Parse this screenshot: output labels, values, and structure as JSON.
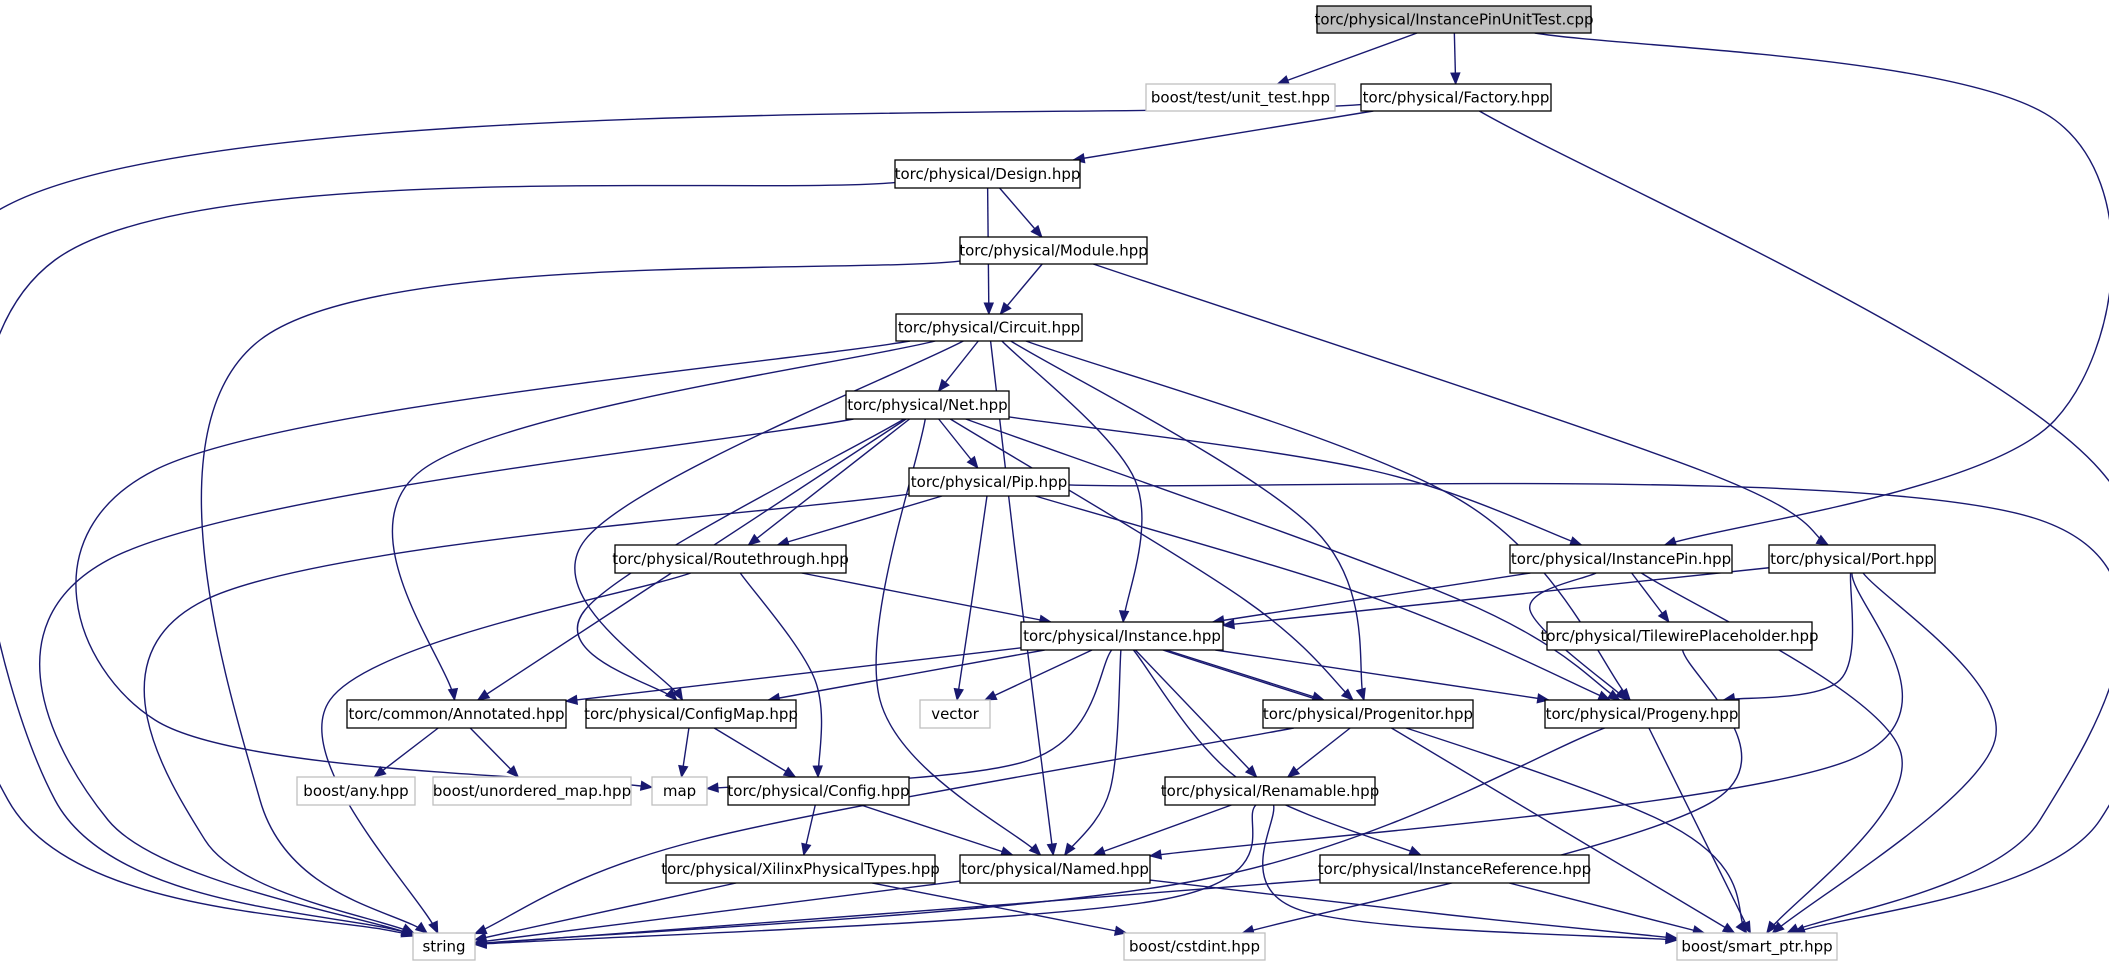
{
  "title": "torc/physical/InstancePinUnitTest.cpp",
  "colors": {
    "edge": "#191970",
    "root_fill": "#bfbfbf",
    "external_border": "#bfbfbf",
    "node_border": "#000000",
    "background": "#ffffff"
  },
  "nodes": [
    {
      "id": "root",
      "label": "torc/physical/InstancePinUnitTest.cpp",
      "kind": "root"
    },
    {
      "id": "unit_test",
      "label": "boost/test/unit_test.hpp",
      "kind": "external"
    },
    {
      "id": "factory",
      "label": "torc/physical/Factory.hpp",
      "kind": "internal"
    },
    {
      "id": "design",
      "label": "torc/physical/Design.hpp",
      "kind": "internal"
    },
    {
      "id": "module",
      "label": "torc/physical/Module.hpp",
      "kind": "internal"
    },
    {
      "id": "circuit",
      "label": "torc/physical/Circuit.hpp",
      "kind": "internal"
    },
    {
      "id": "net",
      "label": "torc/physical/Net.hpp",
      "kind": "internal"
    },
    {
      "id": "pip",
      "label": "torc/physical/Pip.hpp",
      "kind": "internal"
    },
    {
      "id": "routethrough",
      "label": "torc/physical/Routethrough.hpp",
      "kind": "internal"
    },
    {
      "id": "instancepin",
      "label": "torc/physical/InstancePin.hpp",
      "kind": "internal"
    },
    {
      "id": "port",
      "label": "torc/physical/Port.hpp",
      "kind": "internal"
    },
    {
      "id": "instance",
      "label": "torc/physical/Instance.hpp",
      "kind": "internal"
    },
    {
      "id": "tilewire",
      "label": "torc/physical/TilewirePlaceholder.hpp",
      "kind": "internal"
    },
    {
      "id": "annotated",
      "label": "torc/common/Annotated.hpp",
      "kind": "internal"
    },
    {
      "id": "configmap",
      "label": "torc/physical/ConfigMap.hpp",
      "kind": "internal"
    },
    {
      "id": "vector",
      "label": "vector",
      "kind": "external"
    },
    {
      "id": "progenitor",
      "label": "torc/physical/Progenitor.hpp",
      "kind": "internal"
    },
    {
      "id": "progeny",
      "label": "torc/physical/Progeny.hpp",
      "kind": "internal"
    },
    {
      "id": "boost_any",
      "label": "boost/any.hpp",
      "kind": "external"
    },
    {
      "id": "unordered_map",
      "label": "boost/unordered_map.hpp",
      "kind": "external"
    },
    {
      "id": "map",
      "label": "map",
      "kind": "external"
    },
    {
      "id": "config",
      "label": "torc/physical/Config.hpp",
      "kind": "internal"
    },
    {
      "id": "renamable",
      "label": "torc/physical/Renamable.hpp",
      "kind": "internal"
    },
    {
      "id": "xilinx",
      "label": "torc/physical/XilinxPhysicalTypes.hpp",
      "kind": "internal"
    },
    {
      "id": "named",
      "label": "torc/physical/Named.hpp",
      "kind": "internal"
    },
    {
      "id": "instref",
      "label": "torc/physical/InstanceReference.hpp",
      "kind": "internal"
    },
    {
      "id": "string",
      "label": "string",
      "kind": "external"
    },
    {
      "id": "cstdint",
      "label": "boost/cstdint.hpp",
      "kind": "external"
    },
    {
      "id": "smart_ptr",
      "label": "boost/smart_ptr.hpp",
      "kind": "external"
    }
  ],
  "edges": [
    [
      "root",
      "unit_test"
    ],
    [
      "root",
      "factory"
    ],
    [
      "root",
      "instancepin"
    ],
    [
      "factory",
      "design"
    ],
    [
      "factory",
      "string"
    ],
    [
      "factory",
      "smart_ptr"
    ],
    [
      "design",
      "module"
    ],
    [
      "design",
      "circuit"
    ],
    [
      "design",
      "string"
    ],
    [
      "module",
      "circuit"
    ],
    [
      "module",
      "port"
    ],
    [
      "module",
      "string"
    ],
    [
      "circuit",
      "net"
    ],
    [
      "circuit",
      "instance"
    ],
    [
      "circuit",
      "annotated"
    ],
    [
      "circuit",
      "configmap"
    ],
    [
      "circuit",
      "progenitor"
    ],
    [
      "circuit",
      "progeny"
    ],
    [
      "circuit",
      "named"
    ],
    [
      "circuit",
      "map"
    ],
    [
      "net",
      "pip"
    ],
    [
      "net",
      "routethrough"
    ],
    [
      "net",
      "instancepin"
    ],
    [
      "net",
      "annotated"
    ],
    [
      "net",
      "configmap"
    ],
    [
      "net",
      "progenitor"
    ],
    [
      "net",
      "progeny"
    ],
    [
      "net",
      "named"
    ],
    [
      "net",
      "string"
    ],
    [
      "pip",
      "routethrough"
    ],
    [
      "pip",
      "vector"
    ],
    [
      "pip",
      "progeny"
    ],
    [
      "pip",
      "string"
    ],
    [
      "pip",
      "smart_ptr"
    ],
    [
      "routethrough",
      "instance"
    ],
    [
      "routethrough",
      "config"
    ],
    [
      "routethrough",
      "string"
    ],
    [
      "instancepin",
      "instance"
    ],
    [
      "instancepin",
      "tilewire"
    ],
    [
      "instancepin",
      "progeny"
    ],
    [
      "instancepin",
      "smart_ptr"
    ],
    [
      "port",
      "instance"
    ],
    [
      "port",
      "progeny"
    ],
    [
      "port",
      "named"
    ],
    [
      "port",
      "smart_ptr"
    ],
    [
      "instance",
      "annotated"
    ],
    [
      "instance",
      "configmap"
    ],
    [
      "instance",
      "vector"
    ],
    [
      "instance",
      "map"
    ],
    [
      "instance",
      "progenitor"
    ],
    [
      "instance",
      "progeny"
    ],
    [
      "instance",
      "renamable"
    ],
    [
      "instance",
      "named"
    ],
    [
      "instance",
      "instref"
    ],
    [
      "instance",
      "smart_ptr"
    ],
    [
      "tilewire",
      "cstdint"
    ],
    [
      "annotated",
      "boost_any"
    ],
    [
      "annotated",
      "unordered_map"
    ],
    [
      "configmap",
      "map"
    ],
    [
      "configmap",
      "config"
    ],
    [
      "progenitor",
      "renamable"
    ],
    [
      "progenitor",
      "string"
    ],
    [
      "progenitor",
      "smart_ptr"
    ],
    [
      "progeny",
      "string"
    ],
    [
      "progeny",
      "smart_ptr"
    ],
    [
      "config",
      "xilinx"
    ],
    [
      "config",
      "named"
    ],
    [
      "renamable",
      "named"
    ],
    [
      "renamable",
      "string"
    ],
    [
      "renamable",
      "smart_ptr"
    ],
    [
      "xilinx",
      "string"
    ],
    [
      "xilinx",
      "cstdint"
    ],
    [
      "named",
      "string"
    ],
    [
      "named",
      "smart_ptr"
    ],
    [
      "instref",
      "string"
    ],
    [
      "instref",
      "smart_ptr"
    ]
  ]
}
